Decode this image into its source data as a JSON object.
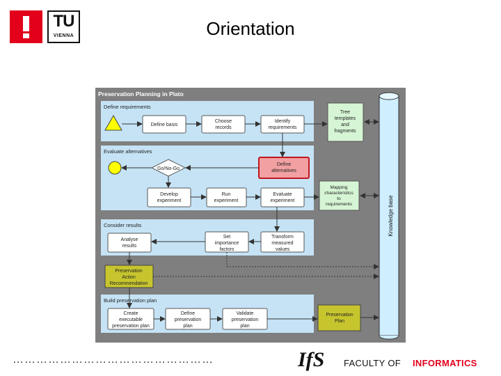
{
  "slide": {
    "title": "Orientation",
    "footer_dots": "……………………………………………",
    "logo_tu": "TU",
    "logo_tu_sub": "VIENNA",
    "logo_ifs": "IfS",
    "faculty_text": "FACULTY OF",
    "informatics_text": "INFORMATICS"
  },
  "diagram": {
    "title": "Preservation Planning in Plato",
    "sections": {
      "define": "Define requirements",
      "evaluate": "Evaluate alternatives",
      "consider": "Consider results",
      "build": "Build preservation plan"
    },
    "boxes": {
      "define_basis": "Define basis",
      "choose_records": [
        "Choose",
        "records"
      ],
      "identify_requirements": [
        "Identify",
        "requirements"
      ],
      "tree_templates": [
        "Tree",
        "templates",
        "and",
        "fragments"
      ],
      "go_nogo": "Go/No-Go",
      "define_alternatives": [
        "Define",
        "alternatives"
      ],
      "develop_experiment": [
        "Develop",
        "experiment"
      ],
      "run_experiment": [
        "Run",
        "experiment"
      ],
      "evaluate_experiment": [
        "Evaluate",
        "experiment"
      ],
      "mapping": [
        "Mapping",
        "characteristics",
        "to",
        "requirements"
      ],
      "analyse_results": [
        "Analyse",
        "results"
      ],
      "set_importance": [
        "Set",
        "importance",
        "factors"
      ],
      "transform_values": [
        "Transform",
        "measured",
        "values"
      ],
      "recommendation": [
        "Preservation",
        "Action",
        "Recommendation"
      ],
      "create_plan": [
        "Create",
        "executable",
        "preservation plan"
      ],
      "define_plan": [
        "Define",
        "preservation",
        "plan"
      ],
      "validate_plan": [
        "Validate",
        "preservation",
        "plan"
      ],
      "preservation_plan": [
        "Preservation",
        "Plan"
      ],
      "knowledge_base": "Knowledge base"
    },
    "colors": {
      "frame": "#7f7f7f",
      "section_bg": "#c5e3f5",
      "box_fill": "#ffffff",
      "highlight_fill": "#f2a0a2",
      "highlight_border": "#c0161f",
      "olive_fill": "#c7c52e",
      "green_fill": "#d6f5d4",
      "yellow": "#ffff00",
      "kb_fill": "#cfeeff",
      "brand_red": "#e2001a"
    }
  }
}
